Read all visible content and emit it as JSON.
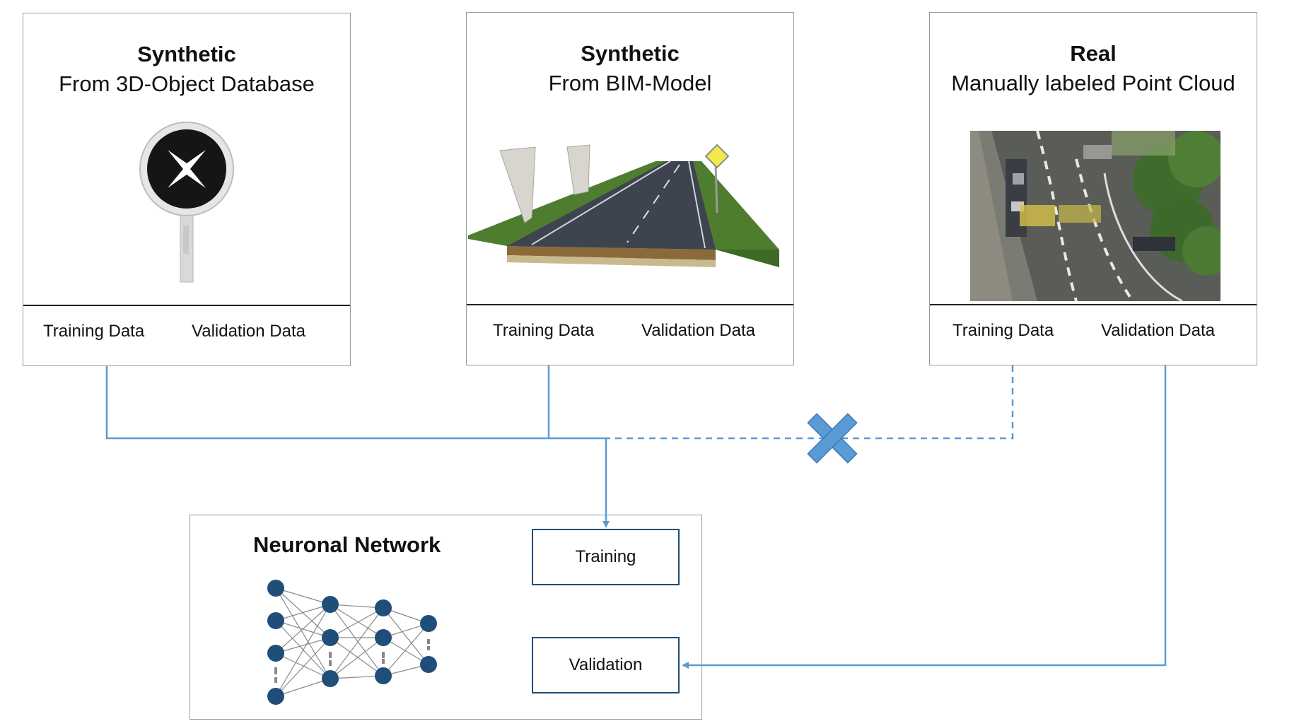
{
  "panels": [
    {
      "title": "Synthetic",
      "subtitle": "From 3D-Object Database",
      "training_label": "Training Data",
      "validation_label": "Validation Data",
      "image_icon": "traffic-sign-3d-model"
    },
    {
      "title": "Synthetic",
      "subtitle": "From BIM-Model",
      "training_label": "Training Data",
      "validation_label": "Validation Data",
      "image_icon": "road-bim-model"
    },
    {
      "title": "Real",
      "subtitle": "Manually labeled Point Cloud",
      "training_label": "Training Data",
      "validation_label": "Validation Data",
      "image_icon": "point-cloud-street-scene"
    }
  ],
  "network": {
    "title": "Neuronal Network",
    "training_label": "Training",
    "validation_label": "Validation",
    "icon": "neural-network-icon"
  },
  "colors": {
    "connector": "#5b9bd5",
    "cross": "#5b9bd5",
    "node": "#1f4e79",
    "stage_border": "#1f4e79"
  },
  "connections": [
    {
      "from": "panels.0.training",
      "to": "network.training",
      "style": "solid"
    },
    {
      "from": "panels.1.training",
      "to": "network.training",
      "style": "solid"
    },
    {
      "from": "panels.2.training",
      "to": "network.training",
      "style": "dashed",
      "blocked": true
    },
    {
      "from": "panels.2.validation",
      "to": "network.validation",
      "style": "solid"
    }
  ]
}
